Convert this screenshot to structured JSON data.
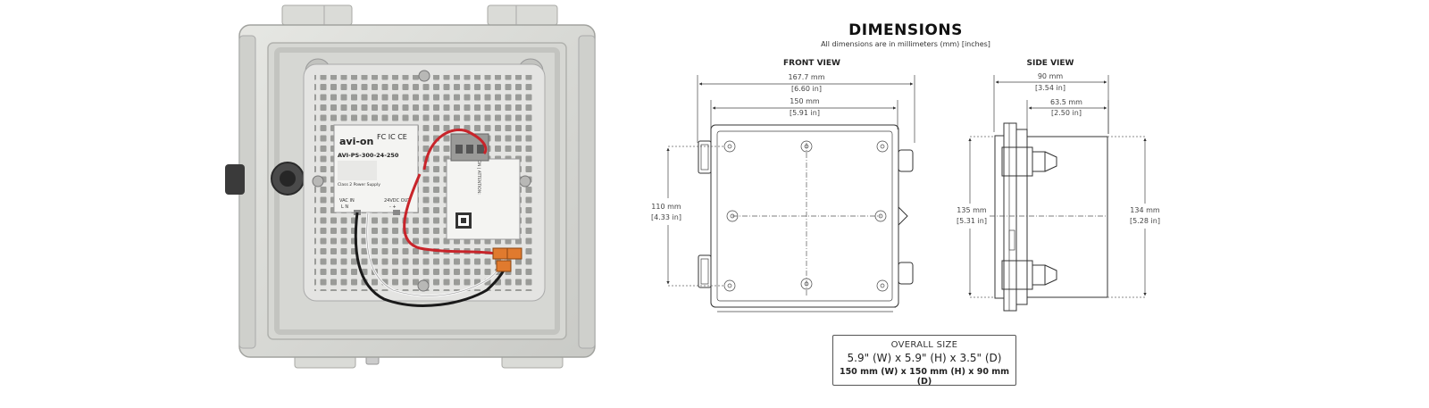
{
  "heading": {
    "title": "DIMENSIONS",
    "subtitle": "All dimensions are in millimeters (mm) [inches]"
  },
  "front_view": {
    "label": "FRONT VIEW",
    "overall_width": {
      "mm": "167.7 mm",
      "in": "[6.60 in]"
    },
    "body_width": {
      "mm": "150 mm",
      "in": "[5.91 in]"
    },
    "hole_spacing": {
      "mm": "110 mm",
      "in": "[4.33 in]"
    }
  },
  "side_view": {
    "label": "SIDE VIEW",
    "overall_depth": {
      "mm": "90 mm",
      "in": "[3.54 in]"
    },
    "body_depth": {
      "mm": "63.5 mm",
      "in": "[2.50 in]"
    },
    "overall_height": {
      "mm": "135 mm",
      "in": "[5.31 in]"
    },
    "body_height": {
      "mm": "134 mm",
      "in": "[5.28 in]"
    }
  },
  "overall_size": {
    "title": "OVERALL SIZE",
    "inches": "5.9\" (W) x 5.9\" (H) x 3.5\" (D)",
    "millimeters": "150 mm (W) x 150 mm (H) x 90 mm (D)"
  },
  "product_labels": {
    "brand": "avi-on",
    "model": "AVI-PS-300-24-250",
    "certs": "FC IC CE",
    "vac_in": "VAC IN",
    "vac_terminals": "L     N",
    "vdc_out": "24VDC OUT",
    "vdc_terminals": "-     +",
    "caution": "CAUTION | ATTENTION:",
    "class_text": "Class 2 Power Supply"
  },
  "colors": {
    "enclosure": "#d9dad6",
    "panel": "#e4e4e2",
    "wire_red": "#c8242a",
    "wire_black": "#1a1a1a",
    "lever_orange": "#e07a2e"
  }
}
